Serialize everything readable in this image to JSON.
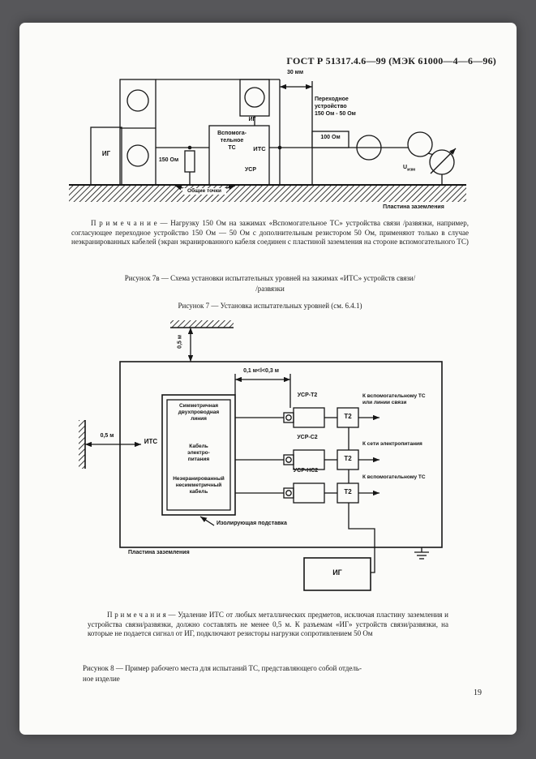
{
  "header": {
    "title": "ГОСТ Р 51317.4.6—99 (МЭК 61000—4—6—96)"
  },
  "fig7v": {
    "dim_30mm": "30 мм",
    "transition_device": "Переходное\nустройство\n150 Ом - 50 Ом",
    "ig_left": "ИГ",
    "ig_top": "ИГ",
    "r150": "150 Ом",
    "aux_ts": "Вспомога-\nтельное\nТС",
    "its": "ИТС",
    "usr": "УСР",
    "r100": "100 Ом",
    "u_meas": "U",
    "u_meas_sub": "изм",
    "common_points": "Общие точки",
    "ground_plate": "Пластина заземления"
  },
  "note7": "П р и м е ч а н и е — Нагрузку 150 Ом на зажимах «Вспомогательное ТС» устройства связи /развязки, например, согласующее переходное устройство 150 Ом — 50 Ом с дополнительным резистором 50 Ом, применяют только в случае неэкранированных кабелей (экран экранированного кабеля соединен с пластиной заземления на стороне вспомогательного ТС)",
  "caption7v": "Рисунок 7в — Схема установки испытательных уровней на зажимах «ИТС» устройств связи/\n/развязки",
  "caption7": "Рисунок 7 — Установка испытательных уровней (см. 6.4.1)",
  "fig8": {
    "dim_05_top": "0,5 м",
    "dim_05_left": "0,5 м",
    "dim_length": "0,1 м<l<0,3 м",
    "its": "ИТС",
    "line_sym": "Симметричная\nдвухпроводная\nлиния",
    "line_power": "Кабель\nэлектро-\nпитания",
    "line_unshielded": "Неэкранированный\nнесимметричный\nкабель",
    "usr_t2": "УСР-Т2",
    "usr_c2": "УСР-С2",
    "usr_ns2": "УСР-НС2",
    "t2_1": "Т2",
    "t2_2": "Т2",
    "t2_3": "Т2",
    "to_aux_or_line": "К вспомогательному ТС\nили линии связи",
    "to_mains": "К сети электропитания",
    "to_aux": "К вспомогательному ТС",
    "insulating_support": "Изолирующая подставка",
    "ground_plate": "Пластина заземления",
    "ig": "ИГ"
  },
  "note8": "П р и м е ч а н и я — Удаление ИТС от любых металлических предметов, исключая пластину заземления и устройства связи/развязки, должно составлять не менее 0,5 м. К разъемам «ИГ» устройств связи/развязки, на которые не подается сигнал от ИГ, подключают резисторы нагрузки сопротивлением 50 Ом",
  "caption8": "Рисунок 8 — Пример рабочего места для испытаний ТС, представляющего собой отдель-\nное изделие",
  "page_number": "19"
}
